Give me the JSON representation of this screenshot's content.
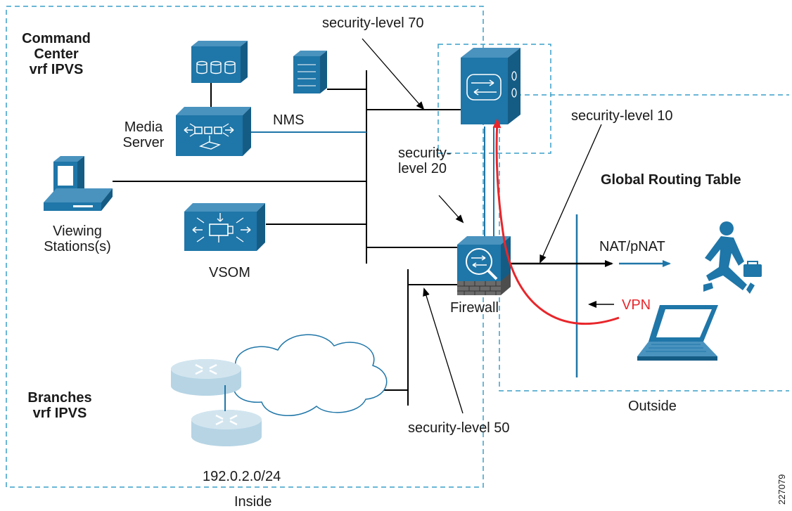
{
  "zones": {
    "command_center": [
      "Command",
      "Center",
      "vrf IPVS"
    ],
    "branches": [
      "Branches",
      "vrf IPVS"
    ],
    "inside": "Inside",
    "outside": "Outside",
    "global_routing_table": "Global Routing Table"
  },
  "devices": {
    "media_server": [
      "Media",
      "Server"
    ],
    "nms": "NMS",
    "viewing_stations": [
      "Viewing",
      "Stations(s)"
    ],
    "vsom": "VSOM",
    "firewall": "Firewall",
    "subnet": "192.0.2.0/24"
  },
  "security_levels": {
    "level70": "security-level 70",
    "level10": "security-level 10",
    "level20": [
      "security-",
      "level 20"
    ],
    "level50": "security-level 50"
  },
  "links": {
    "nat": "NAT/pNAT",
    "vpn": "VPN"
  },
  "figure_id": "227079",
  "colors": {
    "cisco_blue": "#1f76a8",
    "dashed_boundary": "#3a9fc9",
    "vpn_red": "#e8262b",
    "router_light": "#b6d4e4"
  }
}
